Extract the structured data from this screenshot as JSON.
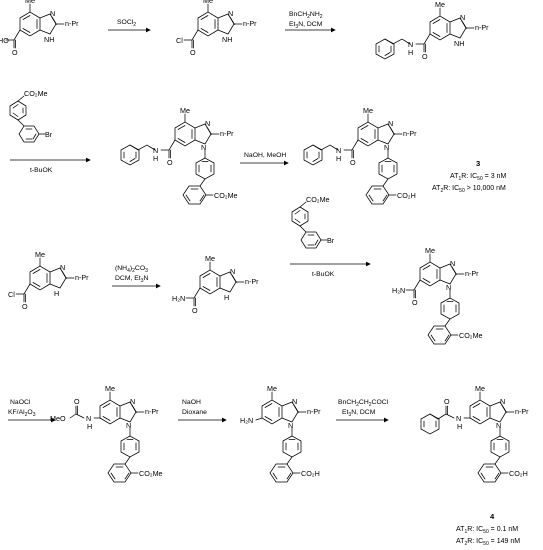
{
  "scheme": {
    "row1": {
      "step1": {
        "reagent": "SOCl",
        "reagent_sub": "2"
      },
      "step2": {
        "reagent_line1": "BnCH",
        "reagent_line1_sub": "2",
        "reagent_line1_tail": "NH",
        "reagent_line1_sub2": "2",
        "reagent_line2": "Et",
        "reagent_line2_sub": "3",
        "reagent_line2_tail": "N, DCM"
      }
    },
    "row2": {
      "reagent_bottom": "t-BuOK",
      "step": {
        "reagent": "NaOH, MeOH"
      },
      "compound_3": {
        "label": "3",
        "act1_pre": "AT",
        "act1_sub": "1",
        "act1_mid": "R: IC",
        "act1_sub2": "50",
        "act1_val": " = 3 nM",
        "act2_pre": "AT",
        "act2_sub": "2",
        "act2_mid": "R: IC",
        "act2_sub2": "50",
        "act2_val": " > 10,000 nM"
      }
    },
    "row3": {
      "step1": {
        "line1_a": "(NH",
        "line1_s1": "4",
        "line1_b": ")",
        "line1_s2": "2",
        "line1_c": "CO",
        "line1_s3": "3",
        "line2_a": "DCM, Et",
        "line2_s": "3",
        "line2_b": "N"
      },
      "step2": {
        "reagent_bottom": "t-BuOK"
      }
    },
    "row4": {
      "step1": {
        "line1": "NaOCl",
        "line2_a": "KF/Al",
        "line2_s1": "2",
        "line2_b": "O",
        "line2_s2": "3"
      },
      "step2": {
        "line1": "NaOH",
        "line2": "Dioxane"
      },
      "step3": {
        "line1_a": "BnCH",
        "line1_s1": "2",
        "line1_b": "CH",
        "line1_s2": "2",
        "line1_c": "COCl",
        "line2_a": "Et",
        "line2_s": "3",
        "line2_b": "N, DCM"
      },
      "compound_4": {
        "label": "4",
        "act1_pre": "AT",
        "act1_sub": "1",
        "act1_mid": "R: IC",
        "act1_sub2": "50",
        "act1_val": " = 0.1 nM",
        "act2_pre": "AT",
        "act2_sub": "2",
        "act2_mid": "R: IC",
        "act2_sub2": "50",
        "act2_val": " = 149 nM"
      }
    },
    "atoms": {
      "me": "Me",
      "npr": "n-Pr",
      "n": "N",
      "nh": "NH",
      "h": "H",
      "ho": "HO",
      "o": "O",
      "cl": "Cl",
      "co2me": "CO₂Me",
      "co2h": "CO₂H",
      "br": "Br",
      "h2n": "H₂N",
      "meo": "MeO",
      "h2n_amine": "H₂N"
    }
  }
}
